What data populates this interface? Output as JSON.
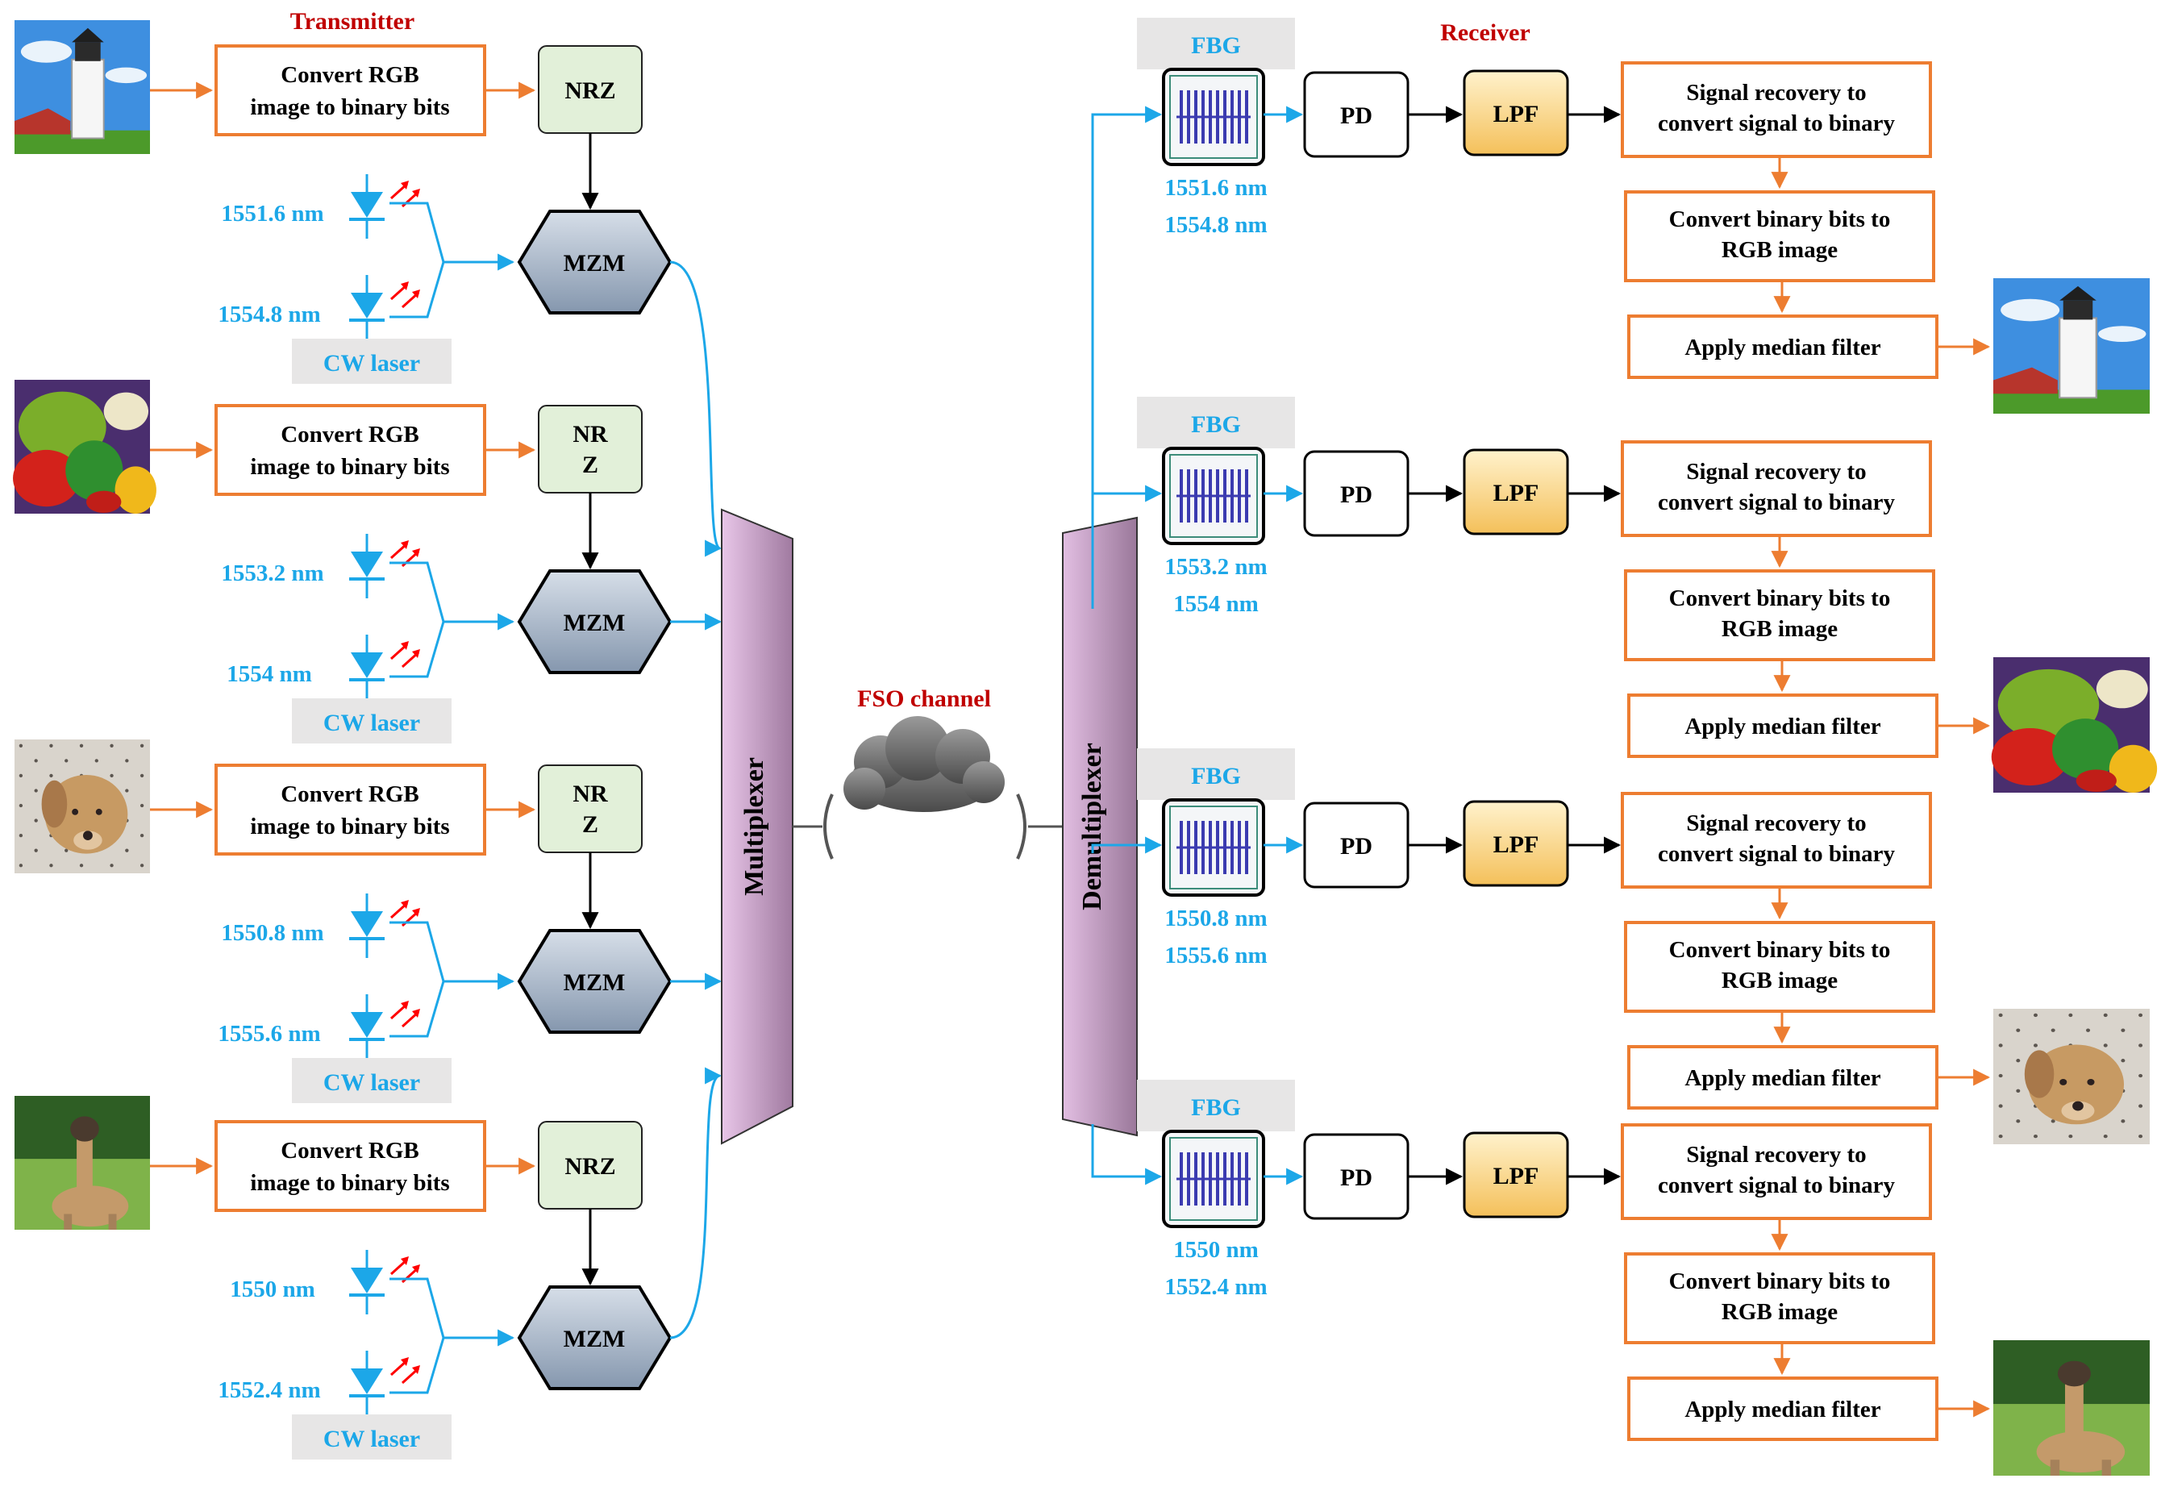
{
  "colors": {
    "orange": "#ED7D31",
    "blue": "#1CA7E8",
    "wavelength_text": "#1CA7E8",
    "title_red": "#C00000",
    "nrz_fill": "#E2F0D9",
    "nrz_stroke": "#548235",
    "mzm_fill": "#9FB0C4",
    "lpf_fill": "#FFD966",
    "mux_fill": "#D9A6D9",
    "gray_label_fill": "#E7E6E6",
    "fbg_bars": "#3B3BB0",
    "red_arrow": "#FF0000",
    "cloud_fill": "#6E6E6E"
  },
  "titles": {
    "transmitter": "Transmitter",
    "receiver": "Receiver",
    "fso_channel": "FSO channel"
  },
  "multiplexer": "Multiplexer",
  "demultiplexer": "Demultiplexer",
  "transmitter_channels": [
    {
      "image_icon": "lighthouse-image",
      "convert_line1": "Convert RGB",
      "convert_line2": "image to binary bits",
      "nrz_line1": "NRZ",
      "nrz_line2": "",
      "mzm": "MZM",
      "wavelength1": "1551.6 nm",
      "wavelength2": "1554.8 nm",
      "cw_laser": "CW laser"
    },
    {
      "image_icon": "peppers-image",
      "convert_line1": "Convert RGB",
      "convert_line2": "image to binary bits",
      "nrz_line1": "NR",
      "nrz_line2": "Z",
      "mzm": "MZM",
      "wavelength1": "1553.2 nm",
      "wavelength2": "1554 nm",
      "cw_laser": "CW laser"
    },
    {
      "image_icon": "dog-image",
      "convert_line1": "Convert RGB",
      "convert_line2": "image to binary bits",
      "nrz_line1": "NR",
      "nrz_line2": "Z",
      "mzm": "MZM",
      "wavelength1": "1550.8 nm",
      "wavelength2": "1555.6 nm",
      "cw_laser": "CW laser"
    },
    {
      "image_icon": "alpaca-image",
      "convert_line1": "Convert RGB",
      "convert_line2": "image to binary bits",
      "nrz_line1": "NRZ",
      "nrz_line2": "",
      "mzm": "MZM",
      "wavelength1": "1550 nm",
      "wavelength2": "1552.4 nm",
      "cw_laser": "CW laser"
    }
  ],
  "receiver_channels": [
    {
      "fbg": "FBG",
      "wavelength1": "1551.6 nm",
      "wavelength2": "1554.8 nm",
      "pd": "PD",
      "lpf": "LPF",
      "recovery_line1": "Signal recovery to",
      "recovery_line2": "convert signal to binary",
      "convert_line1": "Convert binary bits to",
      "convert_line2": "RGB image",
      "median": "Apply median filter",
      "image_icon": "lighthouse-image"
    },
    {
      "fbg": "FBG",
      "wavelength1": "1553.2 nm",
      "wavelength2": "1554 nm",
      "pd": "PD",
      "lpf": "LPF",
      "recovery_line1": "Signal recovery to",
      "recovery_line2": "convert signal to binary",
      "convert_line1": "Convert binary bits to",
      "convert_line2": "RGB image",
      "median": "Apply median filter",
      "image_icon": "peppers-image"
    },
    {
      "fbg": "FBG",
      "wavelength1": "1550.8 nm",
      "wavelength2": "1555.6 nm",
      "pd": "PD",
      "lpf": "LPF",
      "recovery_line1": "Signal recovery to",
      "recovery_line2": "convert signal to binary",
      "convert_line1": "Convert binary bits to",
      "convert_line2": "RGB image",
      "median": "Apply median filter",
      "image_icon": "dog-image"
    },
    {
      "fbg": "FBG",
      "wavelength1": "1550 nm",
      "wavelength2": "1552.4 nm",
      "pd": "PD",
      "lpf": "LPF",
      "recovery_line1": "Signal recovery to",
      "recovery_line2": "convert signal to binary",
      "convert_line1": "Convert binary bits to",
      "convert_line2": "RGB image",
      "median": "Apply median filter",
      "image_icon": "alpaca-image"
    }
  ]
}
